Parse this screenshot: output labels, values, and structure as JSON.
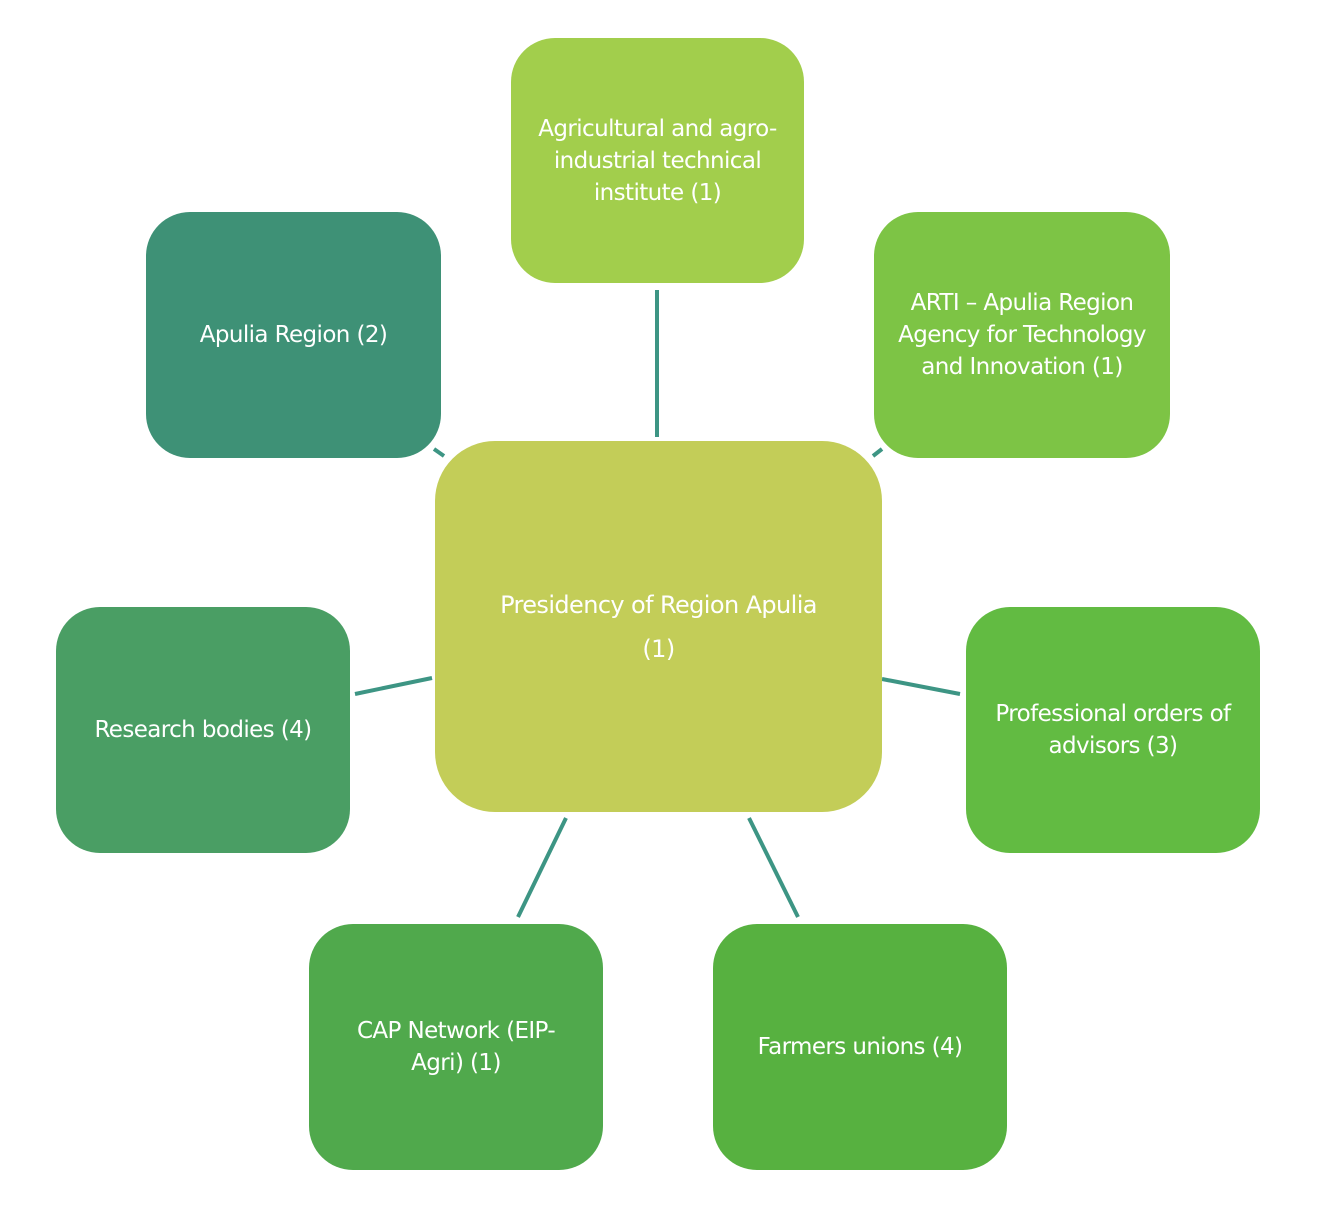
{
  "center": {
    "label": "Presidency of Region Apulia (1)",
    "color": "#c3cd58"
  },
  "nodes": [
    {
      "id": "agricultural-institute",
      "label": "Agricultural and agro-industrial technical institute (1)",
      "color": "#a2ce4c"
    },
    {
      "id": "arti",
      "label": "ARTI – Apulia Region Agency for Technology and Innovation (1)",
      "color": "#7dc445"
    },
    {
      "id": "professional-orders",
      "label": "Professional orders of advisors (3)",
      "color": "#62bb42"
    },
    {
      "id": "farmers-unions",
      "label": "Farmers unions (4)",
      "color": "#57b140"
    },
    {
      "id": "cap-network",
      "label": "CAP Network (EIP-Agri) (1)",
      "color": "#50a94c"
    },
    {
      "id": "research-bodies",
      "label": "Research bodies (4)",
      "color": "#4a9e64"
    },
    {
      "id": "apulia-region",
      "label": "Apulia Region (2)",
      "color": "#3e9176"
    }
  ],
  "connector_color": "#3d9584"
}
